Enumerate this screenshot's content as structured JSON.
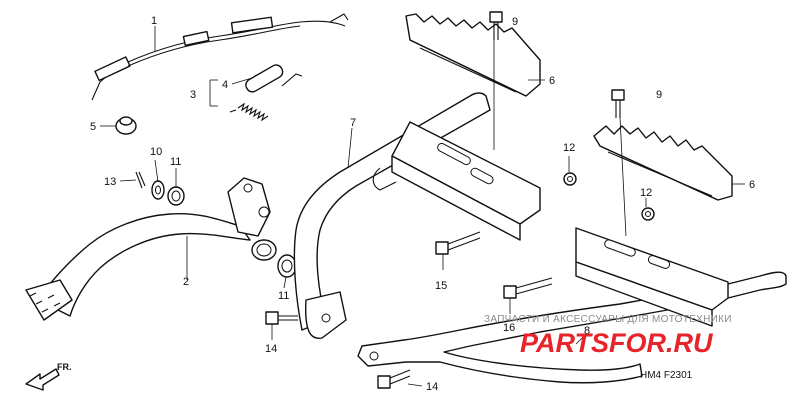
{
  "callouts": {
    "c1": "1",
    "c2": "2",
    "c3": "3",
    "c4": "4",
    "c5": "5",
    "c6a": "6",
    "c6b": "6",
    "c7": "7",
    "c8": "8",
    "c9a": "9",
    "c9b": "9",
    "c10": "10",
    "c11a": "11",
    "c11b": "11",
    "c12a": "12",
    "c12b": "12",
    "c13": "13",
    "c14a": "14",
    "c14b": "14",
    "c15": "15",
    "c16": "16"
  },
  "watermark": {
    "text": "ЗАПЧАСТИ И АКСЕССУАРЫ ДЛЯ МОТОТЕХНИКИ",
    "logo": "PARTSFOR.RU",
    "color": "#e8242b"
  },
  "diagram_code": "HM4 F2301",
  "direction_label": "FR."
}
